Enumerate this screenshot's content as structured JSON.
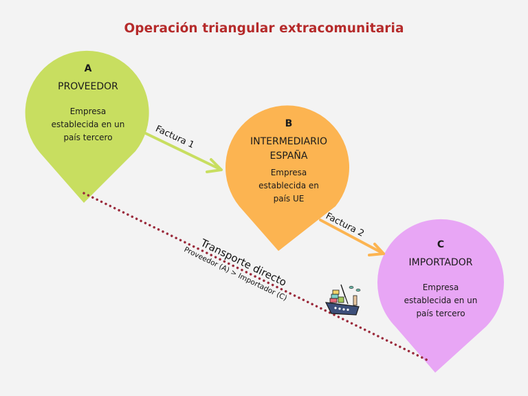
{
  "title": "Operación triangular extracomunitaria",
  "colors": {
    "background": "#f3f3f3",
    "title": "#b52a2a",
    "pin_a": "#c8de60",
    "pin_b": "#fcb451",
    "pin_c": "#e8a6f5",
    "arrow_1": "#c8de60",
    "arrow_2": "#fcb451",
    "transport_line": "#9b2b3c"
  },
  "nodes": [
    {
      "letter": "A",
      "role": "PROVEEDOR",
      "description": "Empresa establecida en un país tercero"
    },
    {
      "letter": "B",
      "role": "INTERMEDIARIO ESPAÑA",
      "description": "Empresa establecida en país UE"
    },
    {
      "letter": "C",
      "role": "IMPORTADOR",
      "description": "Empresa establecida en un país tercero"
    }
  ],
  "node_lines": {
    "a": {
      "role": [
        "PROVEEDOR"
      ],
      "desc": [
        "Empresa",
        "establecida en un",
        "país tercero"
      ]
    },
    "b": {
      "role": [
        "INTERMEDIARIO",
        "ESPAÑA"
      ],
      "desc": [
        "Empresa",
        "establecida en",
        "país UE"
      ]
    },
    "c": {
      "role": [
        "IMPORTADOR"
      ],
      "desc": [
        "Empresa",
        "establecida en un",
        "país tercero"
      ]
    }
  },
  "edges": [
    {
      "from": "A",
      "to": "B",
      "label": "Factura 1",
      "style": "solid-arrow"
    },
    {
      "from": "B",
      "to": "C",
      "label": "Factura 2",
      "style": "solid-arrow"
    },
    {
      "from": "A",
      "to": "C",
      "label": "Transporte directo",
      "sublabel": "Proveedor (A) > Importador (C)",
      "style": "dotted",
      "icon": "cargo-ship-icon"
    }
  ]
}
